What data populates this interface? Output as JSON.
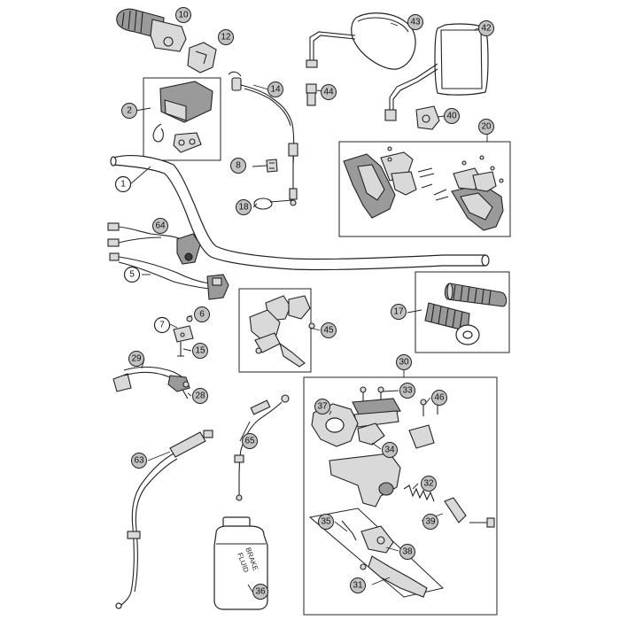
{
  "callouts": [
    {
      "id": "c10",
      "label": "10"
    },
    {
      "id": "c12",
      "label": "12"
    },
    {
      "id": "c2",
      "label": "2"
    },
    {
      "id": "c14",
      "label": "14"
    },
    {
      "id": "c44",
      "label": "44"
    },
    {
      "id": "c43",
      "label": "43"
    },
    {
      "id": "c42",
      "label": "42"
    },
    {
      "id": "c40",
      "label": "40"
    },
    {
      "id": "c20",
      "label": "20"
    },
    {
      "id": "c1",
      "label": "1"
    },
    {
      "id": "c8",
      "label": "8"
    },
    {
      "id": "c18",
      "label": "18"
    },
    {
      "id": "c64",
      "label": "64"
    },
    {
      "id": "c5",
      "label": "5"
    },
    {
      "id": "c45",
      "label": "45"
    },
    {
      "id": "c17",
      "label": "17"
    },
    {
      "id": "c7",
      "label": "7"
    },
    {
      "id": "c6",
      "label": "6"
    },
    {
      "id": "c15",
      "label": "15"
    },
    {
      "id": "c30",
      "label": "30"
    },
    {
      "id": "c29",
      "label": "29"
    },
    {
      "id": "c28",
      "label": "28"
    },
    {
      "id": "c33",
      "label": "33"
    },
    {
      "id": "c46",
      "label": "46"
    },
    {
      "id": "c37",
      "label": "37"
    },
    {
      "id": "c34",
      "label": "34"
    },
    {
      "id": "c65",
      "label": "65"
    },
    {
      "id": "c63",
      "label": "63"
    },
    {
      "id": "c32",
      "label": "32"
    },
    {
      "id": "c39",
      "label": "39"
    },
    {
      "id": "c35",
      "label": "35"
    },
    {
      "id": "c38",
      "label": "38"
    },
    {
      "id": "c31",
      "label": "31"
    },
    {
      "id": "c36",
      "label": "36"
    }
  ],
  "bottle_label": {
    "line1": "BRAKE",
    "line2": "FLUID"
  }
}
